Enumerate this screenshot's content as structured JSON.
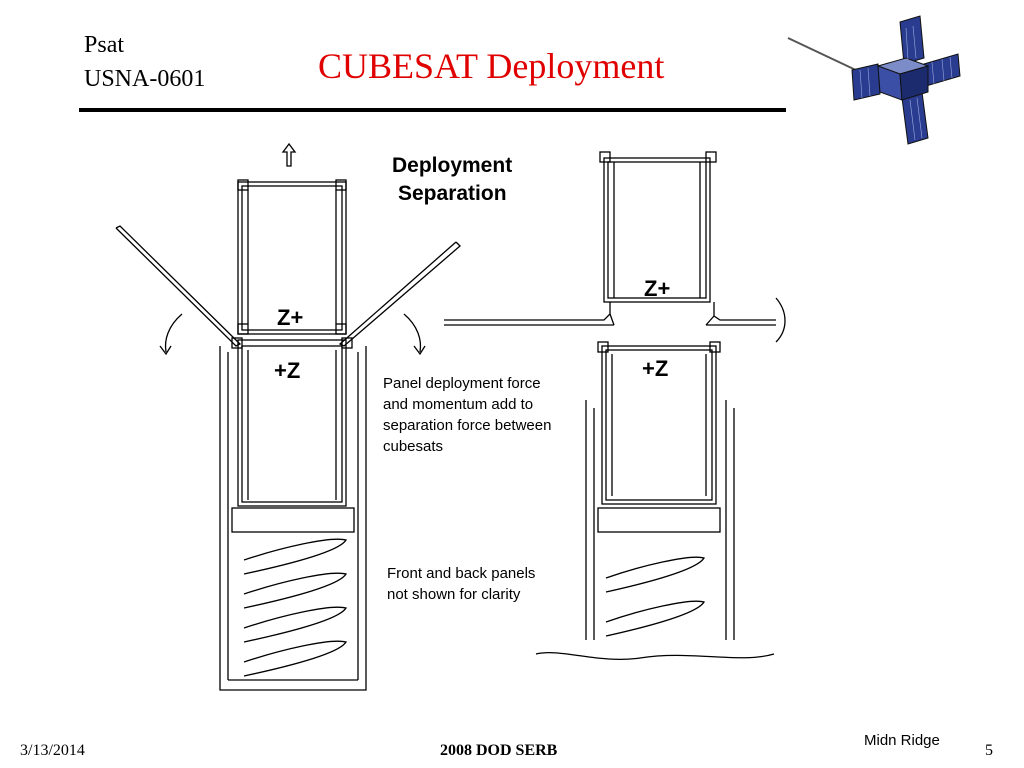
{
  "header": {
    "line1": "Psat",
    "line2": "USNA-0601",
    "title": "CUBESAT Deployment"
  },
  "diagram": {
    "label_deployment_line1": "Deployment",
    "label_deployment_line2": "Separation",
    "label_z_plus_left": "Z+",
    "label_plus_z_left": "+Z",
    "label_z_plus_right": "Z+",
    "label_plus_z_right": "+Z",
    "note_panel_line1": "Panel deployment force",
    "note_panel_line2": "and momentum add to",
    "note_panel_line3": "separation force between",
    "note_panel_line4": "cubesats",
    "note_front_line1": "Front and back panels",
    "note_front_line2": "not shown for clarity",
    "arrow_up_glyph": "⇧"
  },
  "footer": {
    "date": "3/13/2014",
    "center": "2008 DOD SERB",
    "presenter": "Midn Ridge",
    "page": "5"
  },
  "colors": {
    "title": "#e00000",
    "logo_panel": "#2a3c8f"
  },
  "icons": {
    "logo": "satellite-icon"
  }
}
